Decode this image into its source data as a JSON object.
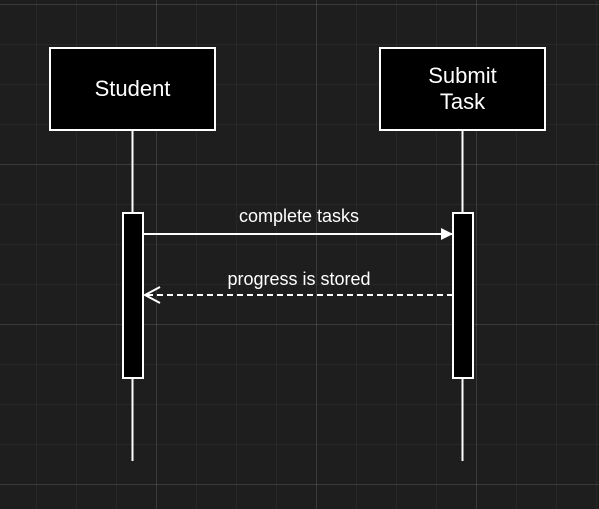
{
  "diagram": {
    "type": "sequence",
    "actors": [
      {
        "label": "Student"
      },
      {
        "label": "Submit\nTask"
      }
    ],
    "messages": [
      {
        "label": "complete tasks",
        "style": "solid",
        "arrow": "filled",
        "from": "Student",
        "to": "Submit\nTask"
      },
      {
        "label": "progress is stored",
        "style": "dashed",
        "arrow": "open",
        "from": "Submit\nTask",
        "to": "Student"
      }
    ],
    "colors": {
      "background": "#1e1e1e",
      "stroke": "#ffffff",
      "box_fill": "#000000",
      "text": "#ffffff"
    }
  }
}
